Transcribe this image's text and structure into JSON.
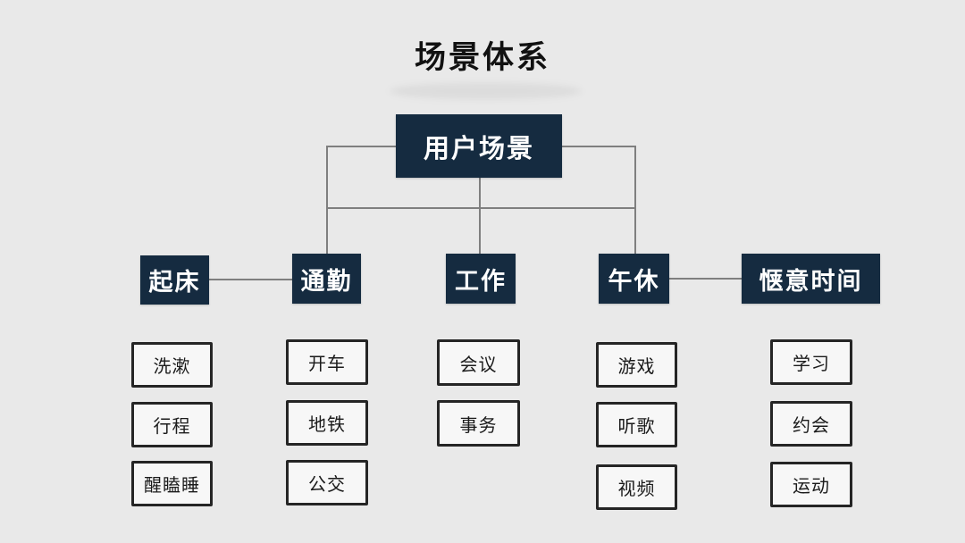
{
  "title": "场景体系",
  "colors": {
    "background": "#e9e9e9",
    "node_fill": "#152b40",
    "node_text": "#ffffff",
    "leaf_fill": "#f7f7f7",
    "leaf_border": "#252525",
    "leaf_text": "#1b1b1b",
    "connector": "#7f7f7f",
    "title_text": "#111111"
  },
  "root": {
    "label": "用户场景"
  },
  "branches": [
    {
      "label": "起床",
      "children": [
        "洗漱",
        "行程",
        "醒瞌睡"
      ]
    },
    {
      "label": "通勤",
      "children": [
        "开车",
        "地铁",
        "公交"
      ]
    },
    {
      "label": "工作",
      "children": [
        "会议",
        "事务"
      ]
    },
    {
      "label": "午休",
      "children": [
        "游戏",
        "听歌",
        "视频"
      ]
    },
    {
      "label": "惬意时间",
      "children": [
        "学习",
        "约会",
        "运动"
      ]
    }
  ]
}
